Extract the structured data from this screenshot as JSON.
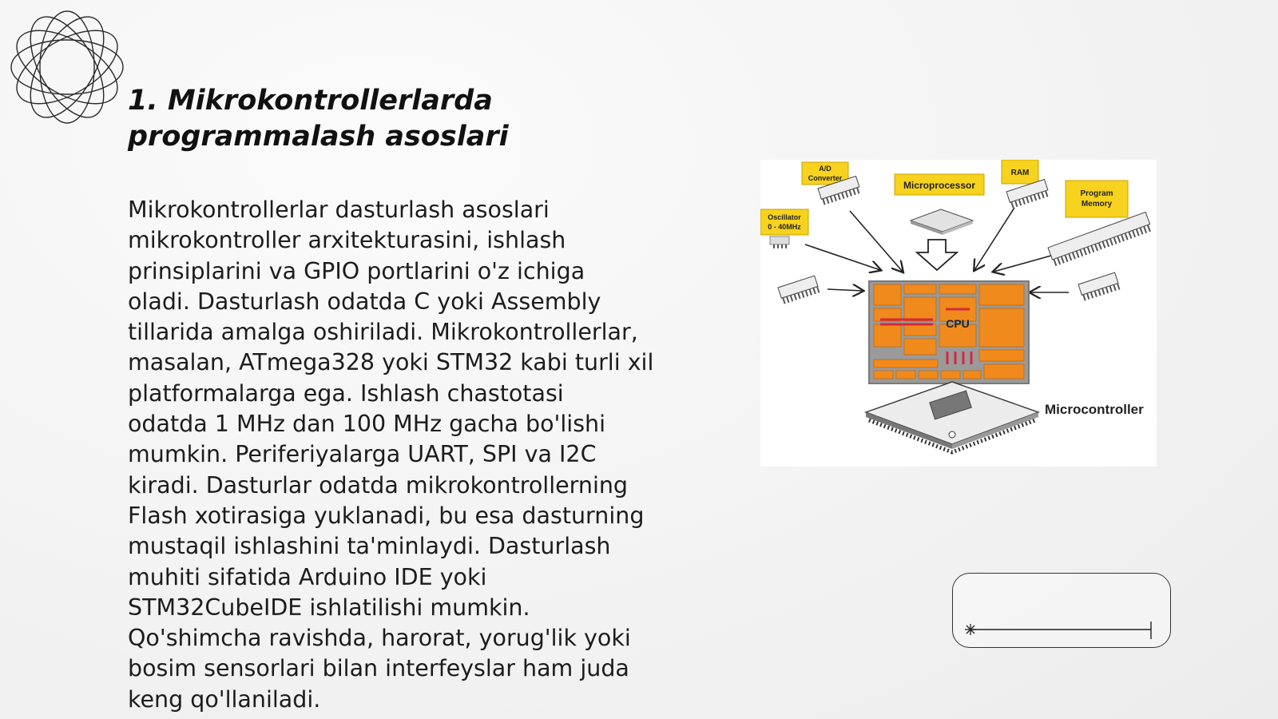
{
  "slide": {
    "title_line1": "1. Mikrokontrollerlarda",
    "title_line2": "programmalash asoslari",
    "body_lines": [
      "Mikrokontrollerlar dasturlash asoslari",
      "mikrokontroller arxitekturasini, ishlash",
      "prinsiplarini va GPIO portlarini o'z ichiga",
      "oladi. Dasturlash odatda C yoki Assembly",
      "tillarida amalga oshiriladi. Mikrokontrollerlar,",
      "masalan, ATmega328 yoki STM32 kabi turli xil",
      "platformalarga ega. Ishlash chastotasi",
      "odatda 1 MHz dan 100 MHz gacha bo'lishi",
      "mumkin. Periferiyalarga UART, SPI va I2C",
      "kiradi. Dasturlar odatda mikrokontrollerning",
      "Flash xotirasiga yuklanadi, bu esa dasturning",
      "mustaqil ishlashini ta'minlaydi. Dasturlash",
      "muhiti sifatida Arduino IDE yoki",
      "STM32CubeIDE ishlatilishi mumkin.",
      "Qo'shimcha ravishda, harorat, yorug'lik yoki",
      "bosim sensorlari bilan interfeyslar ham juda",
      "keng qo'llaniladi."
    ]
  },
  "diagram": {
    "labels": {
      "ad_line1": "A/D",
      "ad_line2": "Converter",
      "microprocessor": "Microprocessor",
      "ram": "RAM",
      "program_line1": "Program",
      "program_line2": "Memory",
      "osc_line1": "Oscillator",
      "osc_line2": "0 - 40MHz",
      "cpu": "CPU",
      "microcontroller": "Microcontroller"
    },
    "colors": {
      "label_fill": "#f7d21e",
      "die_orange": "#f08a1c",
      "die_border": "#7a7a7a",
      "bus_red": "#d6283c"
    }
  }
}
